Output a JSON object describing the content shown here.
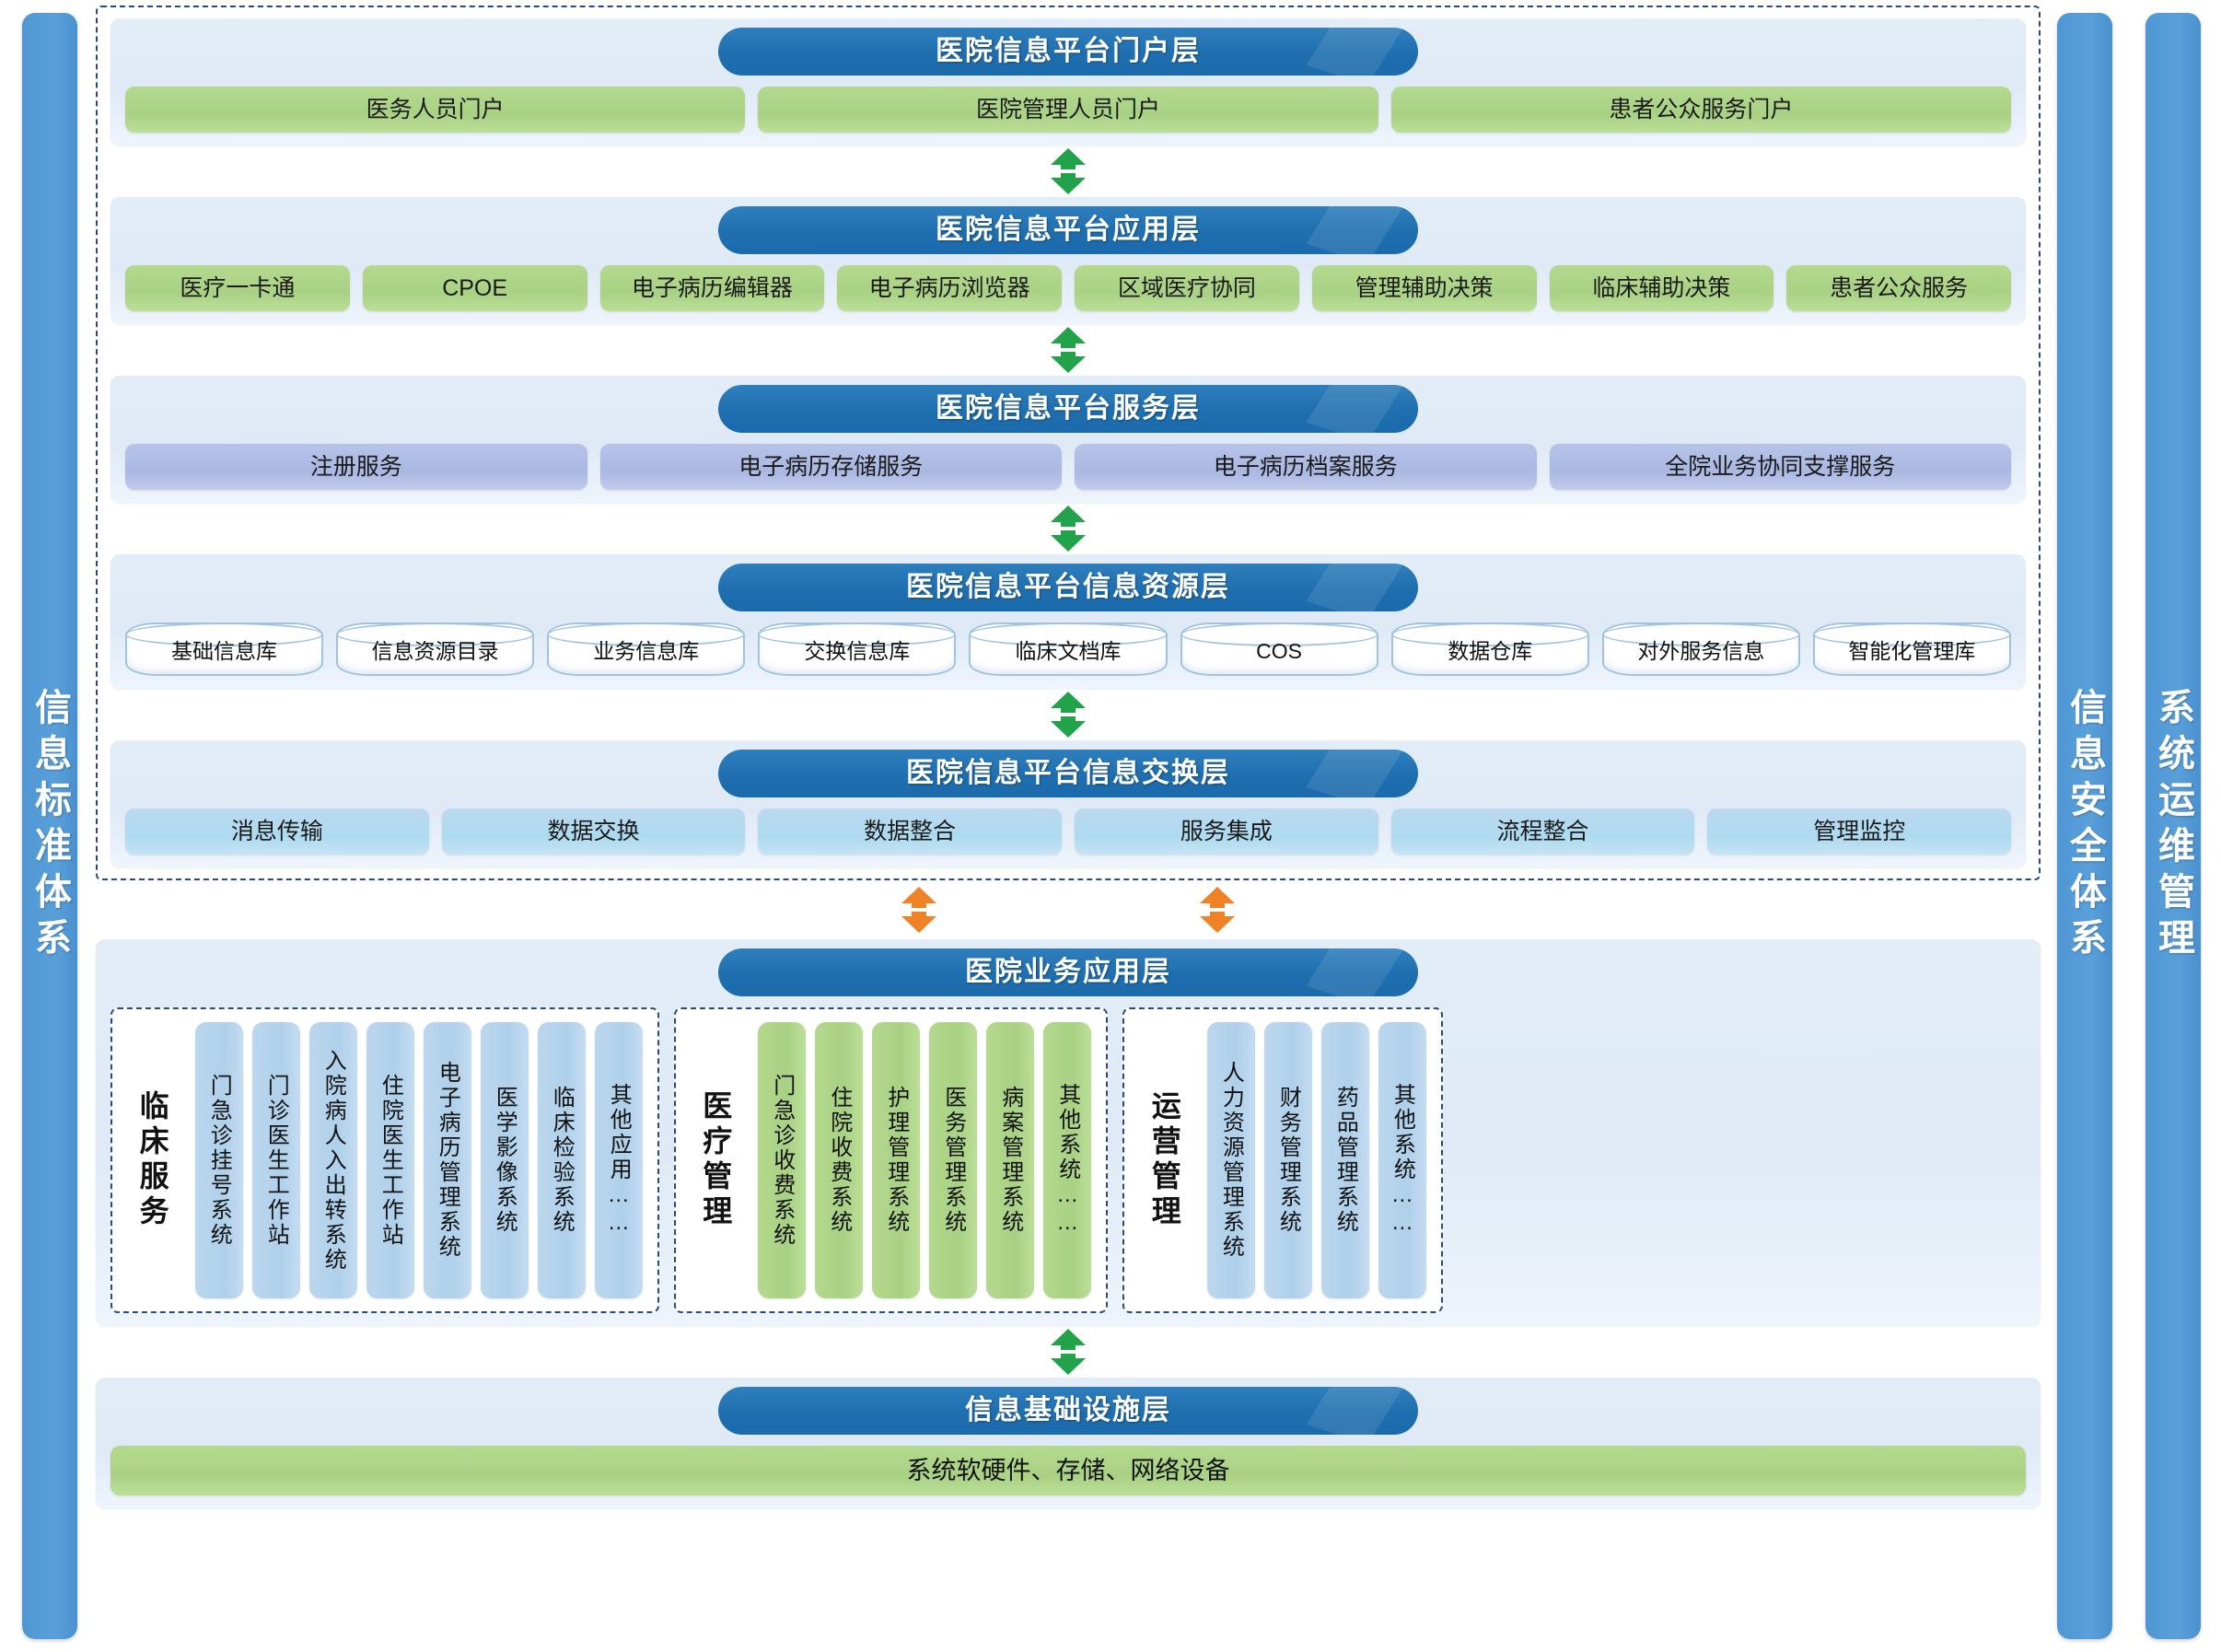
{
  "rails": {
    "left": {
      "label": "信息标准体系"
    },
    "right": [
      {
        "label": "信息安全体系"
      },
      {
        "label": "系统运维管理"
      }
    ]
  },
  "platform": {
    "portal_layer": {
      "title": "医院信息平台门户层",
      "items": [
        "医务人员门户",
        "医院管理人员门户",
        "患者公众服务门户"
      ]
    },
    "application_layer": {
      "title": "医院信息平台应用层",
      "items": [
        "医疗一卡通",
        "CPOE",
        "电子病历编辑器",
        "电子病历浏览器",
        "区域医疗协同",
        "管理辅助决策",
        "临床辅助决策",
        "患者公众服务"
      ]
    },
    "service_layer": {
      "title": "医院信息平台服务层",
      "items": [
        "注册服务",
        "电子病历存储服务",
        "电子病历档案服务",
        "全院业务协同支撑服务"
      ]
    },
    "resource_layer": {
      "title": "医院信息平台信息资源层",
      "items": [
        "基础信息库",
        "信息资源目录",
        "业务信息库",
        "交换信息库",
        "临床文档库",
        "COS",
        "数据仓库",
        "对外服务信息",
        "智能化管理库"
      ]
    },
    "exchange_layer": {
      "title": "医院信息平台信息交换层",
      "items": [
        "消息传输",
        "数据交换",
        "数据整合",
        "服务集成",
        "流程整合",
        "管理监控"
      ]
    }
  },
  "business_layer": {
    "title": "医院业务应用层",
    "groups": [
      {
        "name": "临床服务",
        "color": "blue",
        "items": [
          "门急诊挂号系统",
          "门诊医生工作站",
          "入院病人入出转系统",
          "住院医生工作站",
          "电子病历管理系统",
          "医学影像系统",
          "临床检验系统",
          "其他应用……"
        ]
      },
      {
        "name": "医疗管理",
        "color": "green",
        "items": [
          "门急诊收费系统",
          "住院收费系统",
          "护理管理系统",
          "医务管理系统",
          "病案管理系统",
          "其他系统……"
        ]
      },
      {
        "name": "运营管理",
        "color": "blue",
        "items": [
          "人力资源管理系统",
          "财务管理系统",
          "药品管理系统",
          "其他系统……"
        ]
      }
    ]
  },
  "infrastructure_layer": {
    "title": "信息基础设施层",
    "items": [
      "系统软硬件、存储、网络设备"
    ]
  },
  "colors": {
    "rail_blue": "#59a0da",
    "title_blue": "#1f6fb0",
    "green_pill": "#a9d184",
    "violet_pill": "#aab8e2",
    "blue_pill": "#addaf0",
    "arrow_green": "#22a24a",
    "arrow_orange": "#ef8226",
    "panel_bg": "#e2edf7",
    "dashed_border": "#2a4a7a"
  },
  "icons": {
    "arrow_updown_green": "double-arrow-vertical-green-icon",
    "arrow_updown_orange": "double-arrow-vertical-orange-icon",
    "database": "database-cylinder-icon"
  }
}
